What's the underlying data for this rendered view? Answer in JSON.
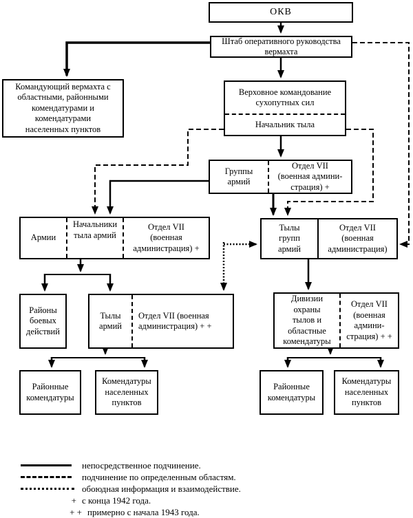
{
  "colors": {
    "line": "#000000",
    "background": "#ffffff"
  },
  "nodes": {
    "okv": "ОКВ",
    "shtab": "Штаб оперативного руководства\nвермахта",
    "komanduyushchiy": "Командующий вермахта с\nобластными, районными\nкомендатурами и\nкомендатурами\nнаселенных пунктов",
    "verhovnoe": "Верховное командование\nсухопутных сил",
    "nachalnik_tyla": "Начальник тыла",
    "gruppy_armiy": "Группы\nармий",
    "otdel7_gruppy": "Отдел VII\n(военная админи-\nстрация) +",
    "armii": "Армии",
    "nachalniki_tyla": "Начальники\nтыла армий",
    "otdel7_armii": "Отдел VII\n(военная\nадминистрация) +",
    "tyly_grupp": "Тылы\nгрупп\nармий",
    "otdel7_tyly_grupp": "Отдел VII\n(военная\nадминистрация)",
    "rajony_boevyh": "Районы\nбоевых\nдействий",
    "tyly_armiy": "Тылы\nармий",
    "otdel7_tyly_armiy": "Отдел VII (военная\nадминистрация) + +",
    "divizii_ohrany": "Дивизии\nохраны\nтылов и\nобластные\nкомендатуры",
    "otdel7_divizii": "Отдел VII\n(военная\nадмини-\nстрация) + +",
    "rajonnye_left": "Районные\nкомендатуры",
    "komendatury_left": "Комендатуры\nнаселенных\nпунктов",
    "rajonnye_right": "Районные\nкомендатуры",
    "komendatury_right": "Комендатуры\nнаселенных\nпунктов"
  },
  "legend": {
    "items": [
      {
        "style": "solid",
        "label": "непосредственное подчинение."
      },
      {
        "style": "dashed",
        "label": "подчинение по определенным областям."
      },
      {
        "style": "dotted",
        "label": "обоюдная информация и взаимодействие."
      },
      {
        "marker": "+",
        "label": "с конца 1942 года."
      },
      {
        "marker": "+ +",
        "label": "примерно с начала 1943 года."
      }
    ]
  }
}
